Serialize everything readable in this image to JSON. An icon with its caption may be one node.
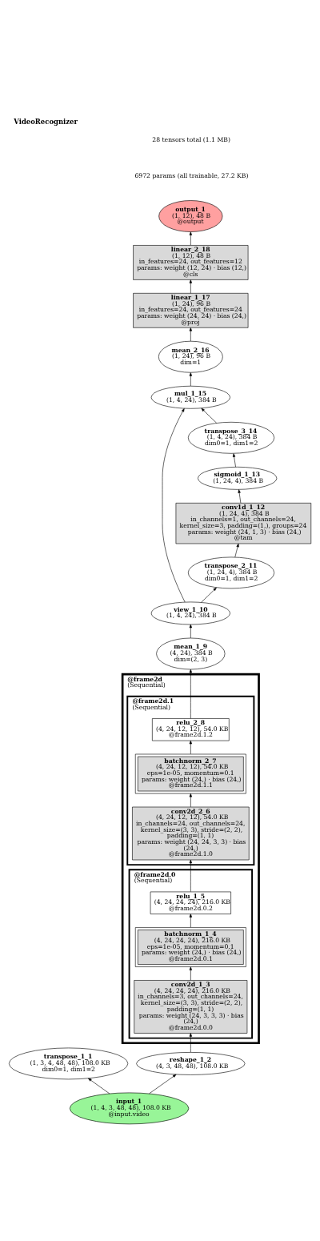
{
  "diagram": {
    "title": "VideoRecognizer",
    "nodes": [
      {
        "text": [
          "output_1",
          "(1, 12), 48 B",
          "@output"
        ]
      },
      {
        "text": [
          "linear_2_18",
          "(1, 12), 48 B",
          "in_features=24, out_features=12",
          "params: weight (12, 24) · bias (12,)",
          "@cls"
        ]
      },
      {
        "text": [
          "linear_1_17",
          "(1, 24), 96 B",
          "in_features=24, out_features=24",
          "params: weight (24, 24) · bias (24,)",
          "@proj"
        ]
      },
      {
        "text": [
          "mean_2_16",
          "(1, 24), 96 B",
          "dim=1"
        ]
      },
      {
        "text": [
          "mul_1_15",
          "(1, 4, 24), 384 B"
        ]
      },
      {
        "text": [
          "transpose_3_14",
          "(1, 4, 24), 384 B",
          "dim0=1, dim1=2"
        ]
      },
      {
        "text": [
          "sigmoid_1_13",
          "(1, 24, 4), 384 B"
        ]
      },
      {
        "text": [
          "conv1d_1_12",
          "(1, 24, 4), 384 B",
          "in_channels=1, out_channels=24, kernel_size=3, padding=(1,), groups=24",
          "params: weight (24, 1, 3) · bias (24,)",
          "@tam"
        ]
      },
      {
        "text": [
          "transpose_2_11",
          "(1, 24, 4), 384 B",
          "dim0=1, dim1=2"
        ]
      },
      {
        "text": [
          "view_1_10",
          "(1, 4, 24), 384 B"
        ]
      },
      {
        "text": [
          "mean_1_9",
          "(4, 24), 384 B",
          "dim=(2, 3)"
        ]
      },
      {
        "text": [
          "@frame2d",
          "(Sequential)"
        ]
      },
      {
        "text": [
          "@frame2d.1",
          "(Sequential)"
        ],
        "in": 11
      },
      {
        "text": [
          "relu_2_8",
          "(4, 24, 12, 12), 54.0 KB",
          "@frame2d.1.2"
        ],
        "in": 12
      },
      {
        "text": [
          "batchnorm_2_7",
          "(4, 24, 12, 12), 54.0 KB",
          "eps=1e-05, momentum=0.1",
          "params: weight (24,) · bias (24,)",
          "@frame2d.1.1"
        ],
        "in": 12
      },
      {
        "text": [
          "conv2d_2_6",
          "(4, 24, 12, 12), 54.0 KB",
          "in_channels=24, out_channels=24, kernel_size=(3, 3), stride=(2, 2), padding=(1, 1)",
          "params: weight (24, 24, 3, 3) · bias (24,)",
          "@frame2d.1.0"
        ],
        "in": 12
      },
      {
        "text": [
          "@frame2d.0",
          "(Sequential)"
        ],
        "in": 11
      },
      {
        "text": [
          "relu_1_5",
          "(4, 24, 24, 24), 216.0 KB",
          "@frame2d.0.2"
        ],
        "in": 16
      },
      {
        "text": [
          "batchnorm_1_4",
          "(4, 24, 24, 24), 216.0 KB",
          "eps=1e-05, momentum=0.1",
          "params: weight (24,) · bias (24,)",
          "@frame2d.0.1"
        ],
        "in": 16
      },
      {
        "text": [
          "conv2d_1_3",
          "(4, 24, 24, 24), 216.0 KB",
          "in_channels=3, out_channels=24, kernel_size=(3, 3), stride=(2, 2), padding=(1, 1)",
          "params: weight (24, 3, 3, 3) · bias (24,)",
          "@frame2d.0.0"
        ],
        "in": 16
      },
      {
        "text": [
          "transpose_1_1",
          "(1, 3, 4, 48, 48), 108.0 KB",
          "dim0=1, dim1=2"
        ]
      },
      {
        "text": [
          "reshape_1_2",
          "(4, 3, 48, 48), 108.0 KB"
        ]
      },
      {
        "text": [
          "input_1",
          "(1, 4, 3, 48, 48), 108.0 KB",
          "@input.video"
        ]
      }
    ],
    "edges": [
      {
        "from": 22,
        "to": 20,
        "arrow": "to"
      },
      {
        "from": 22,
        "to": 21,
        "arrow": "to"
      },
      {
        "from": 21,
        "to": 19,
        "arrow": "to"
      },
      {
        "from": 19,
        "to": 18,
        "arrow": "to"
      },
      {
        "from": 18,
        "to": 17,
        "arrow": "to"
      },
      {
        "from": 17,
        "to": 15,
        "arrow": "to"
      },
      {
        "from": 15,
        "to": 14,
        "arrow": "to"
      },
      {
        "from": 14,
        "to": 13,
        "arrow": "to"
      },
      {
        "from": 13,
        "to": 10,
        "arrow": "to"
      },
      {
        "from": 10,
        "to": 9,
        "arrow": "to"
      },
      {
        "from": 9,
        "to": 8,
        "arrow": "to"
      },
      {
        "from": 8,
        "to": 7,
        "arrow": "to"
      },
      {
        "from": 7,
        "to": 6,
        "arrow": "to"
      },
      {
        "from": 6,
        "to": 5,
        "arrow": "to"
      },
      {
        "from": 5,
        "to": 4,
        "arrow": "to"
      },
      {
        "from": 9,
        "to": 4,
        "arrow": "to"
      },
      {
        "from": 4,
        "to": 3,
        "arrow": "to"
      },
      {
        "from": 3,
        "to": 2,
        "arrow": "to"
      },
      {
        "from": 2,
        "to": 1,
        "arrow": "to"
      },
      {
        "from": 1,
        "to": 0,
        "arrow": "to"
      }
    ],
    "labels": [
      "28 tensors total (1.1 MB)",
      "6972 params (all trainable, 27.2 KB)"
    ]
  }
}
